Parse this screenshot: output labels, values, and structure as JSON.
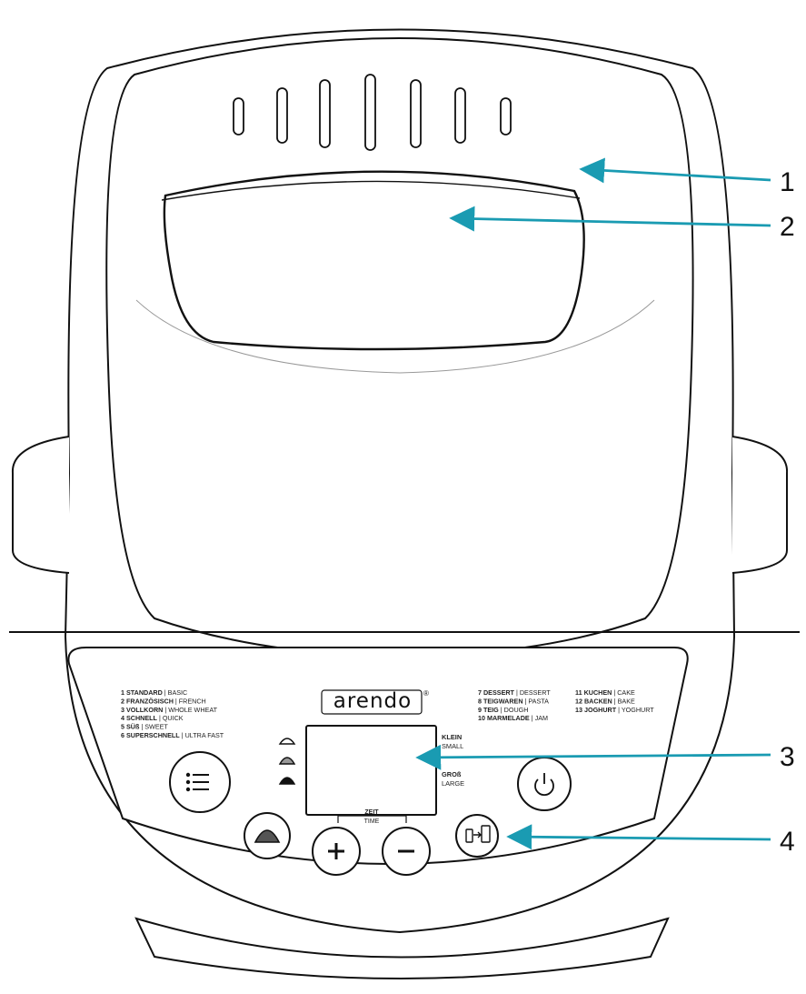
{
  "brand": "arendo",
  "brand_mark": "®",
  "programs_left": [
    {
      "de": "1 STANDARD",
      "en": "BASIC"
    },
    {
      "de": "2 FRANZÖSISCH",
      "en": "FRENCH"
    },
    {
      "de": "3 VOLLKORN",
      "en": "WHOLE WHEAT"
    },
    {
      "de": "4 SCHNELL",
      "en": "QUICK"
    },
    {
      "de": "5 SÜß",
      "en": "SWEET"
    },
    {
      "de": "6 SUPERSCHNELL",
      "en": "ULTRA FAST"
    }
  ],
  "programs_mid": [
    {
      "de": "7 DESSERT",
      "en": "DESSERT"
    },
    {
      "de": "8 TEIGWAREN",
      "en": "PASTA"
    },
    {
      "de": "9 TEIG",
      "en": "DOUGH"
    },
    {
      "de": "10 MARMELADE",
      "en": "JAM"
    }
  ],
  "programs_right": [
    {
      "de": "11 KUCHEN",
      "en": "CAKE"
    },
    {
      "de": "12 BACKEN",
      "en": "BAKE"
    },
    {
      "de": "13 JOGHURT",
      "en": "YOGHURT"
    }
  ],
  "separator": "|",
  "size_small": {
    "de": "KLEIN",
    "en": "SMALL"
  },
  "size_large": {
    "de": "GROß",
    "en": "LARGE"
  },
  "time_label": {
    "de": "ZEIT",
    "en": "TIME"
  },
  "callouts": [
    "1",
    "2",
    "3",
    "4"
  ],
  "accent_color": "#1a9bb2",
  "icons": {
    "menu": "menu-list-icon",
    "crust": "crust-color-icon",
    "plus": "plus-icon",
    "minus": "minus-icon",
    "size": "loaf-size-icon",
    "power": "power-icon"
  }
}
